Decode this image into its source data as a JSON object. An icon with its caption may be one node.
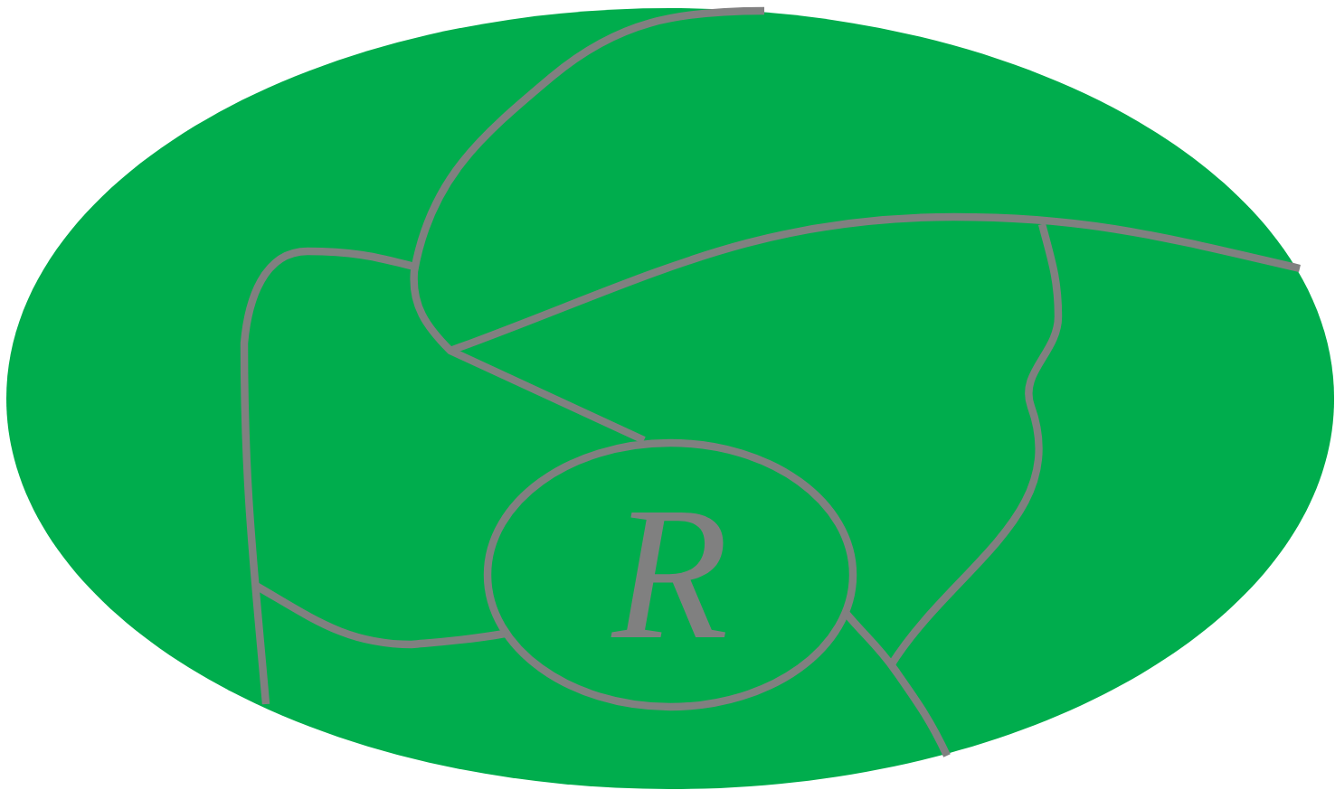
{
  "diagram": {
    "nodes": [
      {
        "text": [],
        "shape": "ellipse"
      },
      {
        "text": [
          "R"
        ],
        "in": 0
      }
    ]
  }
}
